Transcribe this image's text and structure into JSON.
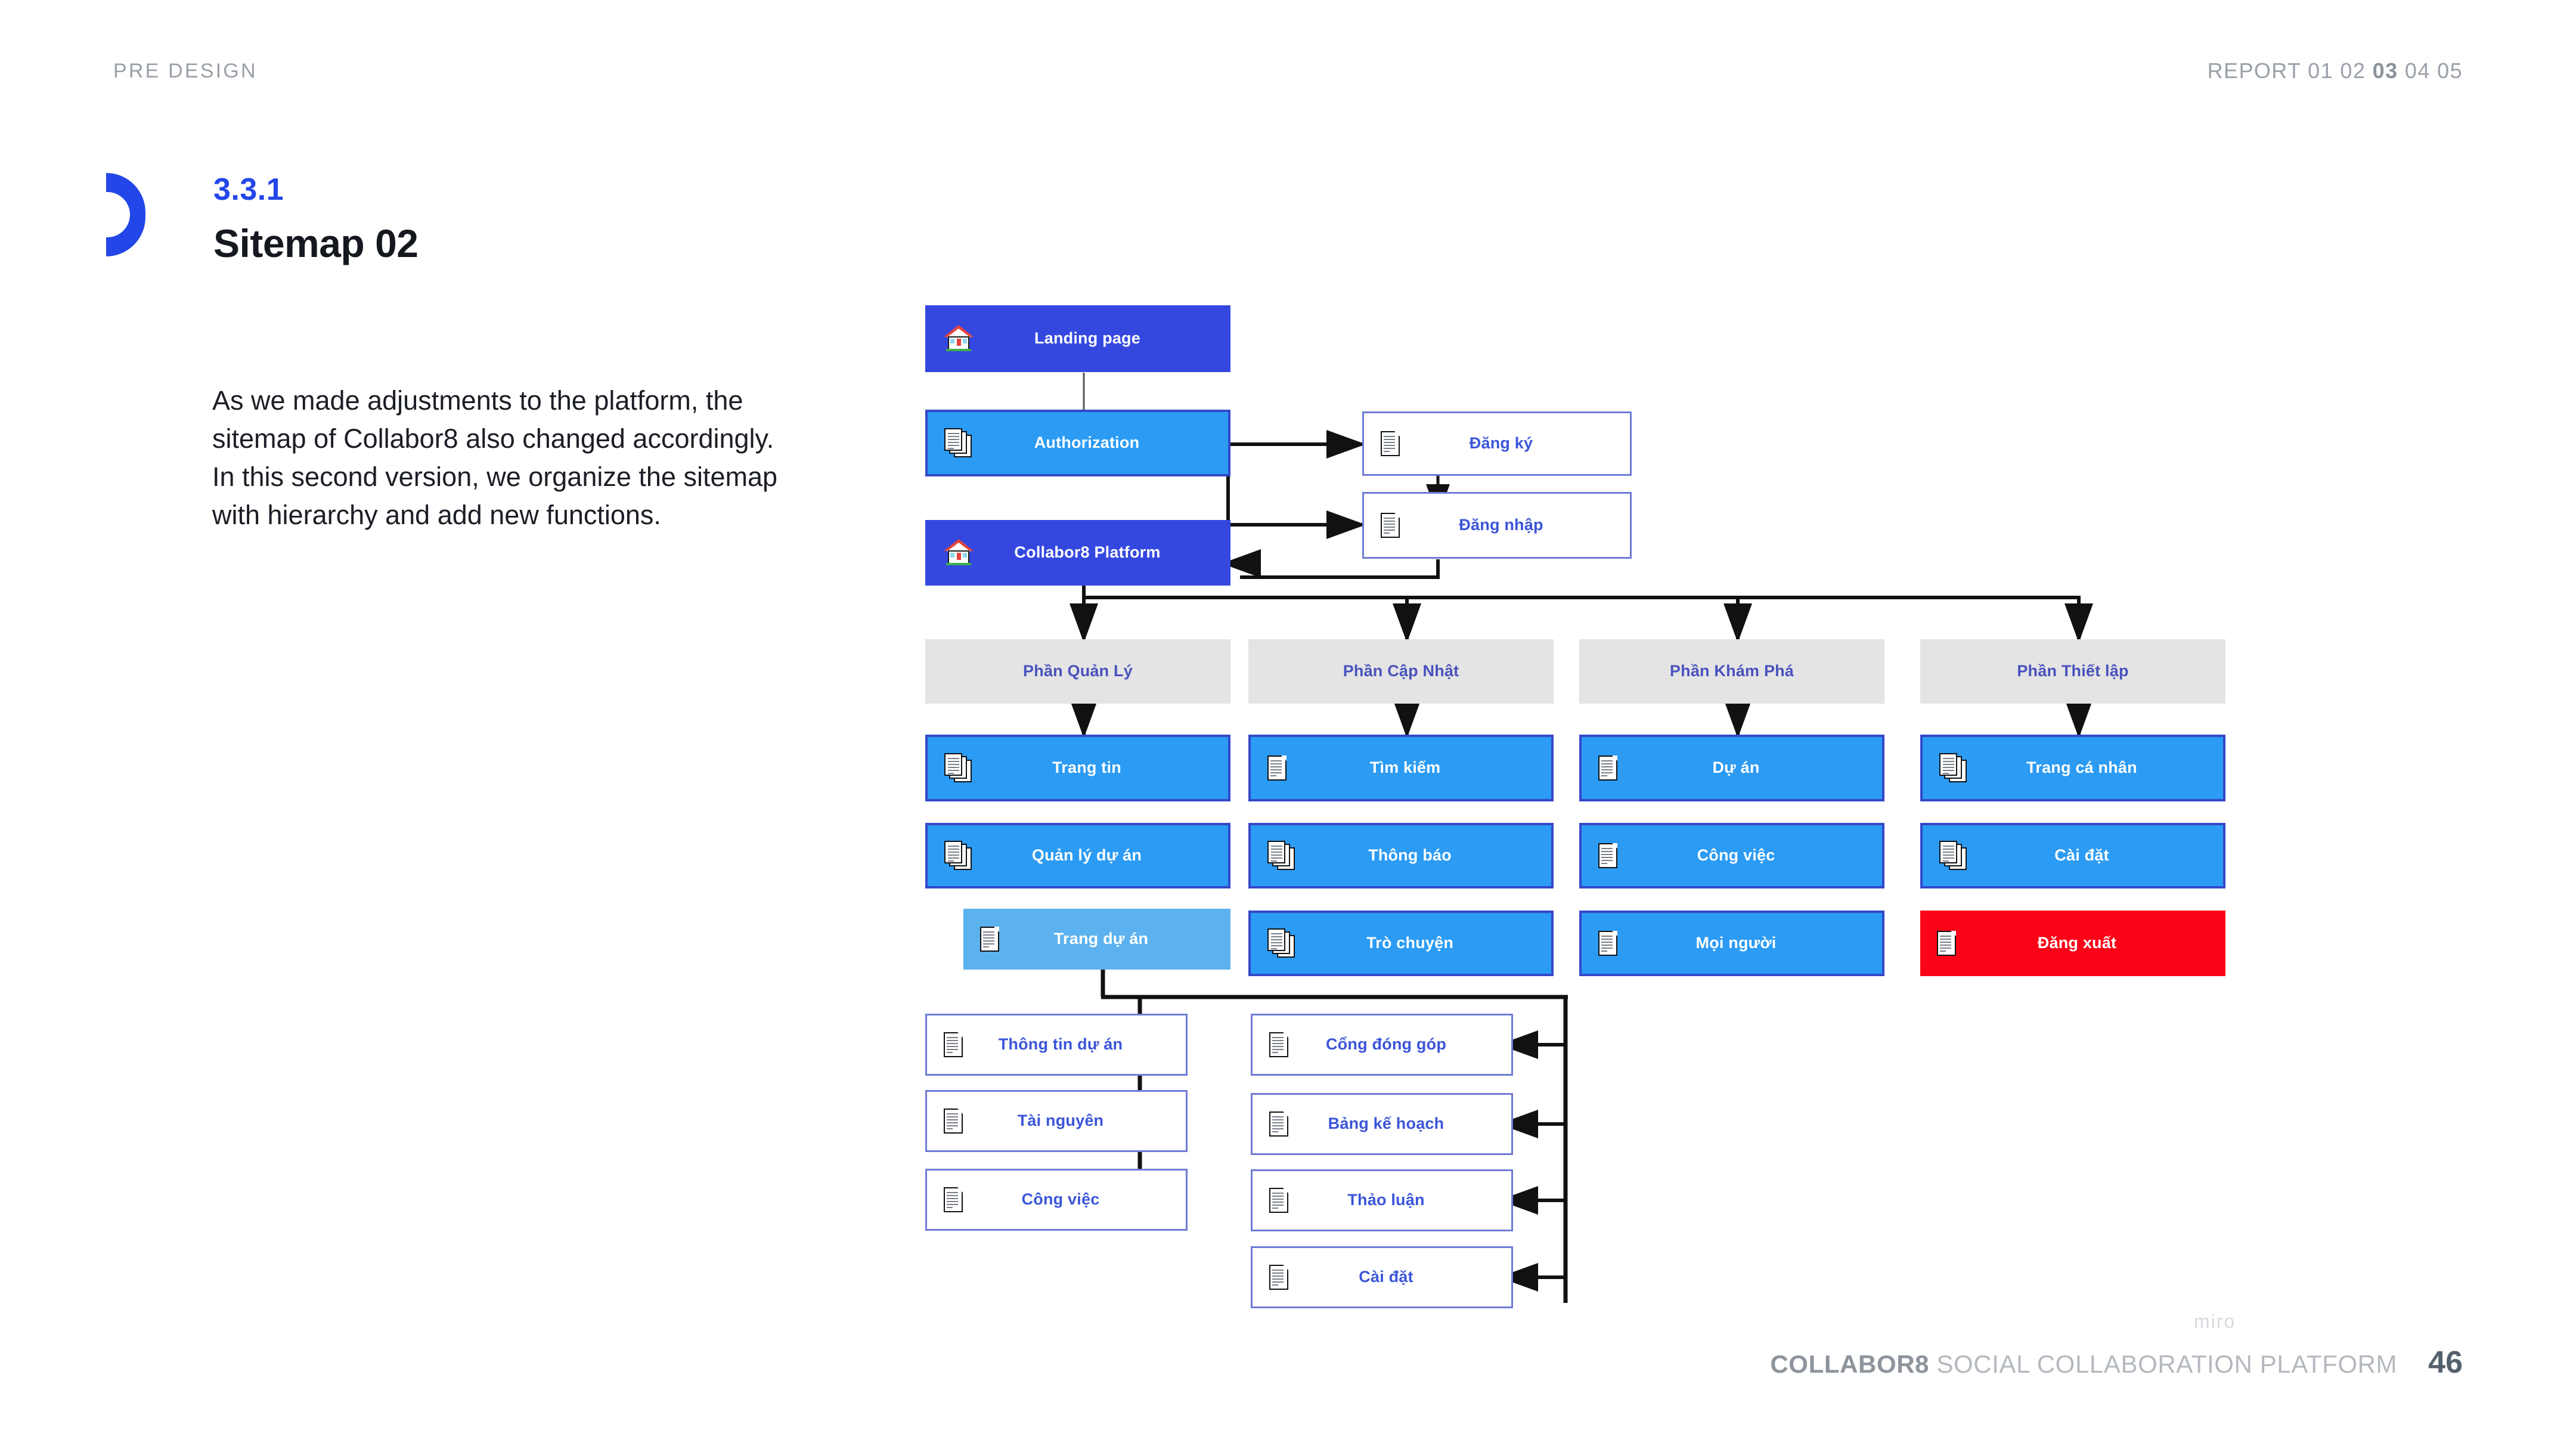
{
  "header": {
    "left_label": "PRE DESIGN",
    "right_prefix": "REPORT 01 02 ",
    "right_current": "03",
    "right_suffix": " 04 05"
  },
  "title": {
    "section_number": "3.3.1",
    "section_title": "Sitemap 02",
    "body": "As we made adjustments to the platform, the sitemap of Collabor8 also changed accordingly. In this second version, we organize the sitemap with hierarchy and add new functions."
  },
  "footer": {
    "watermark": "miro",
    "brand": "COLLABOR8",
    "tagline": " SOCIAL COLLABORATION PLATFORM",
    "page_number": "46"
  },
  "colors": {
    "accent_blue": "#2346e8",
    "node_dark": "#3448e0",
    "node_blue": "#2b9bf4",
    "node_light_blue": "#5bb2ef",
    "node_red": "#fb0318",
    "node_gray": "#e4e4e4",
    "white_box_border": "#6f7cd6",
    "white_box_text": "#3b55d9",
    "gray_box_text": "#4952bd",
    "header_gray": "#9aa0a8"
  },
  "diagram": {
    "title": "Collabor8 Sitemap 02",
    "top": {
      "landing": {
        "label": "Landing page",
        "icon": "house-icon"
      },
      "authorization": {
        "label": "Authorization",
        "icon": "documents-stack-icon"
      },
      "platform": {
        "label": "Collabor8 Platform",
        "icon": "house-icon"
      },
      "signup": {
        "label": "Đăng ký",
        "icon": "document-icon"
      },
      "signin": {
        "label": "Đăng nhập",
        "icon": "document-icon"
      }
    },
    "sections": [
      {
        "label": "Phần Quản Lý"
      },
      {
        "label": "Phần Cập Nhật"
      },
      {
        "label": "Phần Khám Phá"
      },
      {
        "label": "Phần Thiết lập"
      }
    ],
    "columns": [
      {
        "section": "Phần Quản Lý",
        "items": [
          {
            "label": "Trang tin",
            "icon": "documents-stack-icon",
            "style": "blue"
          },
          {
            "label": "Quản lý dự án",
            "icon": "documents-stack-icon",
            "style": "blue"
          },
          {
            "label": "Trang dự án",
            "icon": "document-icon",
            "style": "light-blue"
          }
        ]
      },
      {
        "section": "Phần Cập Nhật",
        "items": [
          {
            "label": "Tìm kiếm",
            "icon": "document-icon",
            "style": "blue"
          },
          {
            "label": "Thông báo",
            "icon": "documents-stack-icon",
            "style": "blue"
          },
          {
            "label": "Trò chuyện",
            "icon": "documents-stack-icon",
            "style": "blue"
          }
        ]
      },
      {
        "section": "Phần Khám Phá",
        "items": [
          {
            "label": "Dự án",
            "icon": "document-icon",
            "style": "blue"
          },
          {
            "label": "Công việc",
            "icon": "document-icon",
            "style": "blue"
          },
          {
            "label": "Mọi người",
            "icon": "document-icon",
            "style": "blue"
          }
        ]
      },
      {
        "section": "Phần Thiết lập",
        "items": [
          {
            "label": "Trang cá nhân",
            "icon": "documents-stack-icon",
            "style": "blue"
          },
          {
            "label": "Cài đặt",
            "icon": "documents-stack-icon",
            "style": "blue"
          },
          {
            "label": "Đăng xuất",
            "icon": "document-icon",
            "style": "red"
          }
        ]
      }
    ],
    "project_children": {
      "parent": "Trang dự án",
      "left": [
        {
          "label": "Thông tin dự án",
          "icon": "document-icon"
        },
        {
          "label": "Tài nguyên",
          "icon": "document-icon"
        },
        {
          "label": "Công việc",
          "icon": "document-icon"
        }
      ],
      "right": [
        {
          "label": "Cổng đóng góp",
          "icon": "document-icon"
        },
        {
          "label": "Bảng kế hoạch",
          "icon": "document-icon"
        },
        {
          "label": "Thảo luận",
          "icon": "document-icon"
        },
        {
          "label": "Cài đặt",
          "icon": "document-icon"
        }
      ]
    }
  }
}
